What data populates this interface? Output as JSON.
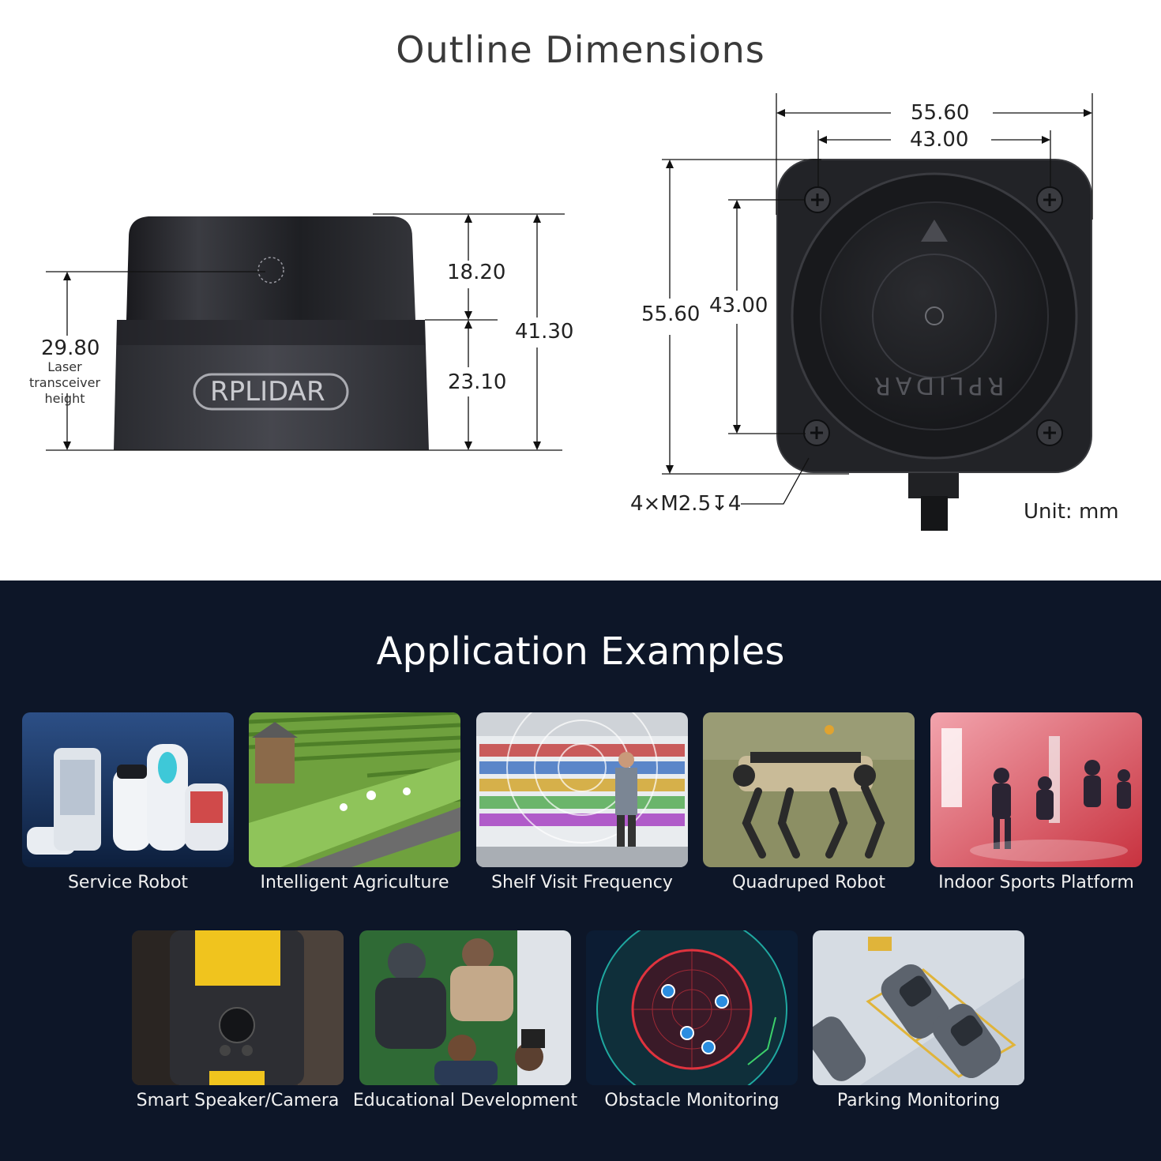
{
  "outline": {
    "title": "Outline Dimensions",
    "side_view": {
      "laser_height_value": "29.80",
      "laser_height_label": "Laser transceiver height",
      "top_height": "18.20",
      "base_height": "23.10",
      "total_height": "41.30",
      "logo": "RPLIDAR"
    },
    "top_view": {
      "outer_width": "55.60",
      "inner_width": "43.00",
      "outer_height": "55.60",
      "inner_height": "43.00",
      "screw_spec": "4×M2.5↧4",
      "logo": "RPLIDAR"
    },
    "unit": "Unit: mm"
  },
  "applications": {
    "title": "Application Examples",
    "items": [
      {
        "label": "Service Robot"
      },
      {
        "label": "Intelligent Agriculture"
      },
      {
        "label": "Shelf Visit Frequency"
      },
      {
        "label": "Quadruped Robot"
      },
      {
        "label": "Indoor Sports Platform"
      },
      {
        "label": "Smart Speaker/Camera"
      },
      {
        "label": "Educational Development"
      },
      {
        "label": "Obstacle Monitoring"
      },
      {
        "label": "Parking Monitoring"
      }
    ]
  }
}
